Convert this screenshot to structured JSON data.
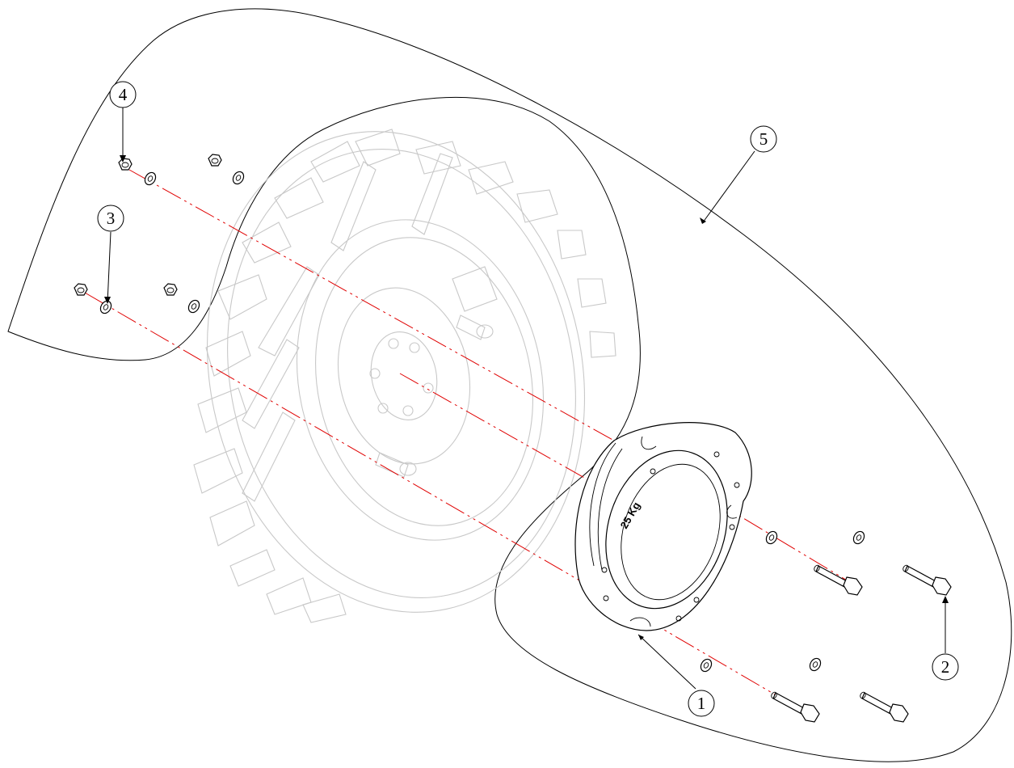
{
  "callouts": [
    {
      "id": "callout-1",
      "number": "1",
      "part": "wheel-weight"
    },
    {
      "id": "callout-2",
      "number": "2",
      "part": "hex-bolt"
    },
    {
      "id": "callout-3",
      "number": "3",
      "part": "washer"
    },
    {
      "id": "callout-4",
      "number": "4",
      "part": "hex-nut"
    },
    {
      "id": "callout-5",
      "number": "5",
      "part": "fender-outline"
    }
  ],
  "weight_label": "25 Kg",
  "colors": {
    "line": "#000000",
    "ghost": "#c8c8c8",
    "axis": "#e00000",
    "background": "#ffffff"
  }
}
